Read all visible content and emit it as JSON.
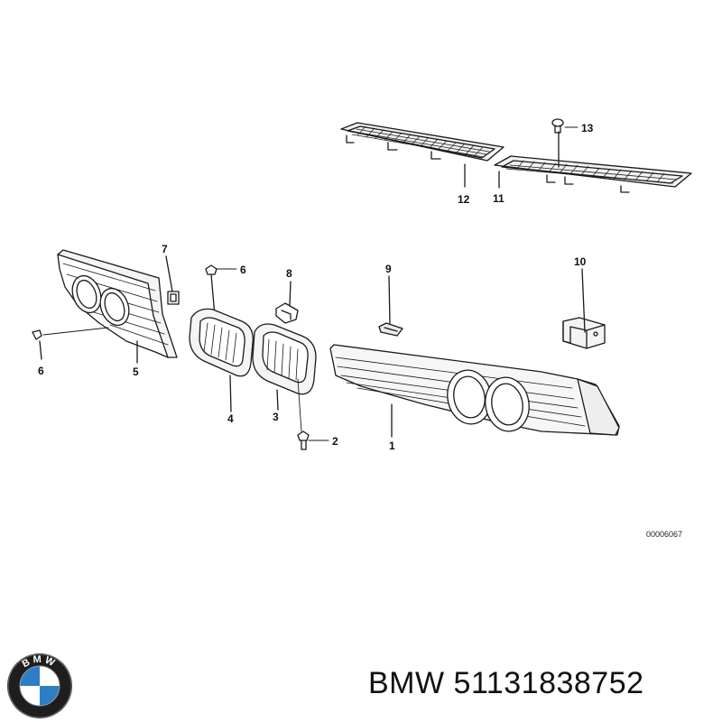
{
  "diagram": {
    "callouts": [
      "1",
      "2",
      "3",
      "4",
      "5",
      "6",
      "6",
      "7",
      "8",
      "9",
      "10",
      "11",
      "12",
      "13"
    ],
    "drawing_id": "00006067"
  },
  "footer": {
    "brand": "BMW",
    "part_number": "51131838752",
    "logo_text": "BMW"
  },
  "colors": {
    "line": "#1a1a1a",
    "logo_blue": "#2c7fc4",
    "logo_ring": "#1e1e1e"
  }
}
